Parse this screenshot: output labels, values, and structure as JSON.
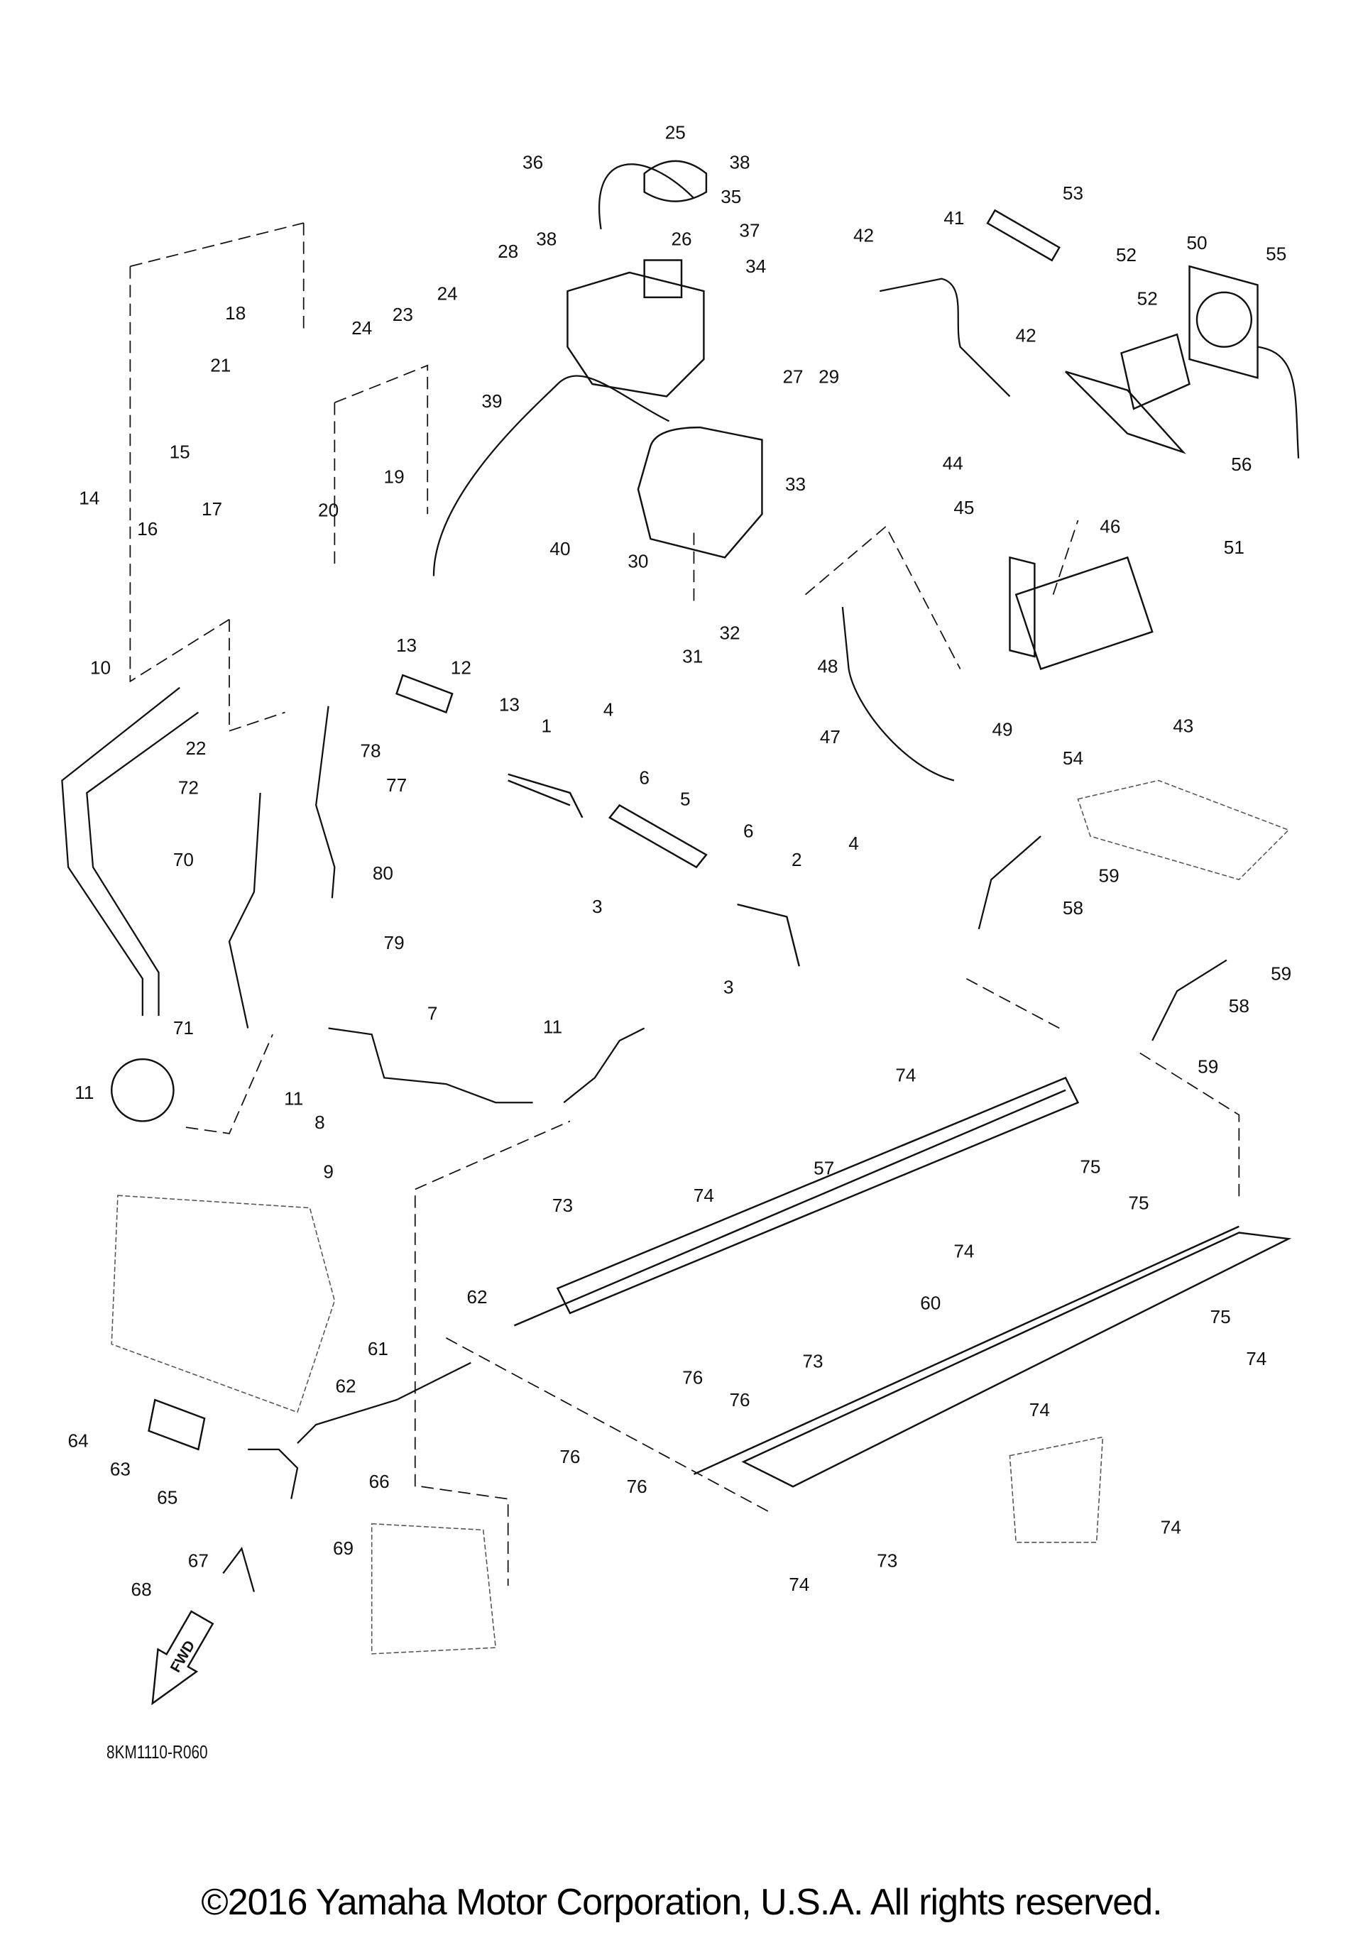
{
  "diagram": {
    "callouts": [
      "25",
      "36",
      "38",
      "35",
      "38",
      "26",
      "37",
      "28",
      "34",
      "42",
      "41",
      "53",
      "52",
      "50",
      "55",
      "52",
      "24",
      "23",
      "24",
      "18",
      "21",
      "15",
      "39",
      "27",
      "29",
      "42",
      "56",
      "44",
      "45",
      "46",
      "51",
      "14",
      "17",
      "16",
      "19",
      "20",
      "40",
      "33",
      "30",
      "31",
      "32",
      "48",
      "10",
      "13",
      "12",
      "22",
      "78",
      "4",
      "13",
      "1",
      "43",
      "54",
      "47",
      "49",
      "72",
      "77",
      "6",
      "5",
      "6",
      "4",
      "2",
      "70",
      "80",
      "3",
      "79",
      "59",
      "58",
      "3",
      "59",
      "58",
      "71",
      "7",
      "11",
      "11",
      "11",
      "59",
      "74",
      "8",
      "75",
      "9",
      "57",
      "75",
      "73",
      "74",
      "74",
      "62",
      "60",
      "75",
      "74",
      "61",
      "62",
      "73",
      "76",
      "76",
      "74",
      "64",
      "76",
      "63",
      "65",
      "66",
      "76",
      "73",
      "74",
      "67",
      "69",
      "68",
      "74"
    ],
    "fwd_arrow_label": "FWD",
    "diagram_code": "8KM1110-R060"
  },
  "footer": {
    "copyright": "©2016 Yamaha Motor Corporation, U.S.A. All rights reserved."
  }
}
